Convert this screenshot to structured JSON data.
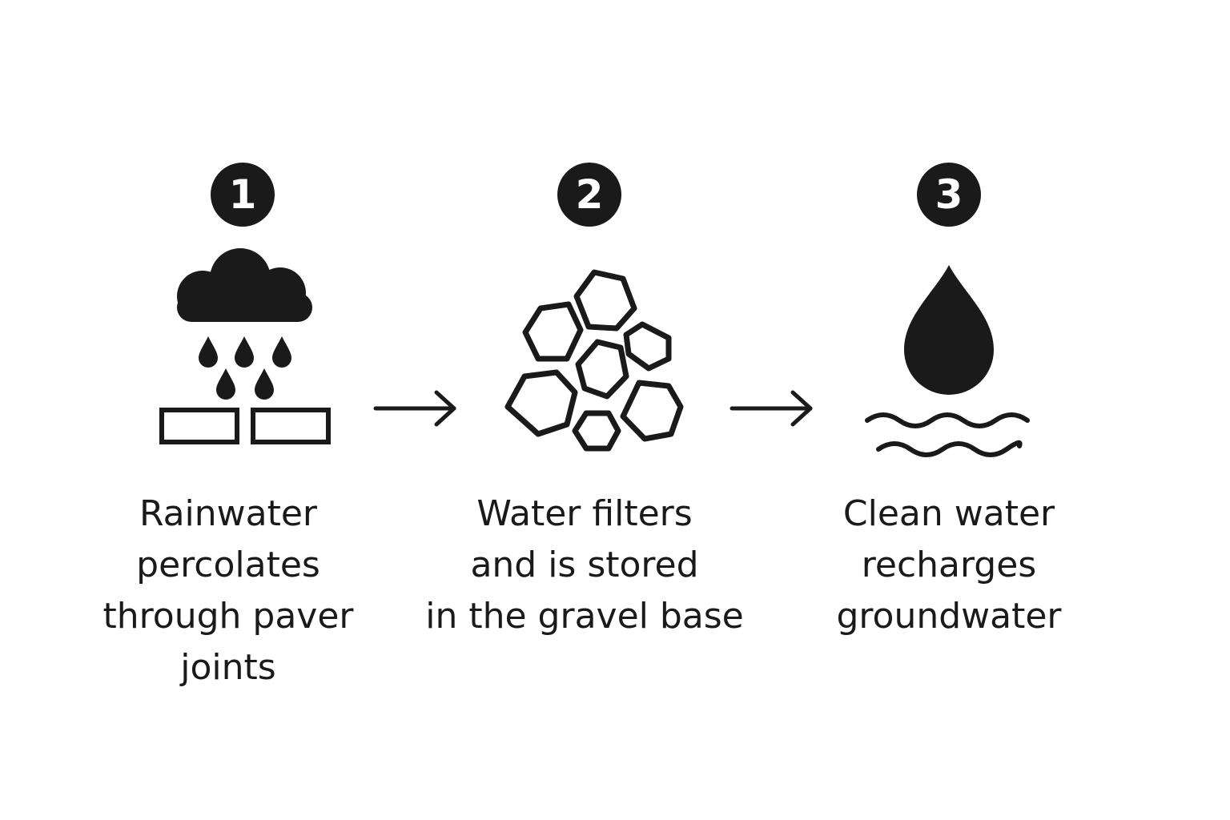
{
  "colors": {
    "ink": "#1a1a1a",
    "background": "#ffffff"
  },
  "steps": [
    {
      "number": "1",
      "icon": "rain-cloud-over-pavers-icon",
      "caption_lines": [
        "Rainwater",
        "percolates",
        "through paver",
        "joints"
      ]
    },
    {
      "number": "2",
      "icon": "gravel-stones-icon",
      "caption_lines": [
        "Water filters",
        "and is stored",
        "in the gravel base"
      ]
    },
    {
      "number": "3",
      "icon": "water-drop-over-waves-icon",
      "caption_lines": [
        "Clean water",
        "recharges",
        "groundwater"
      ]
    }
  ],
  "connectors": [
    "arrow-right-icon",
    "arrow-right-icon"
  ]
}
